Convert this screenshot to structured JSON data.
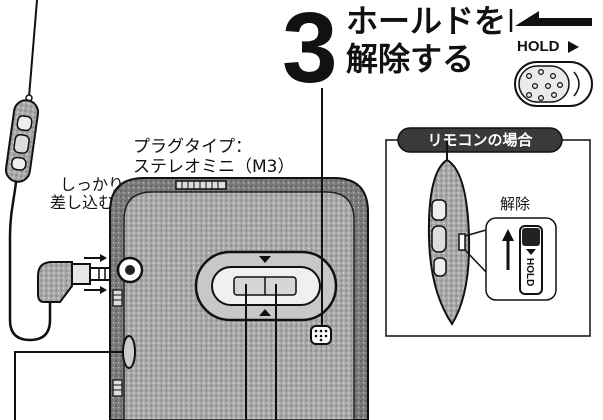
{
  "step": {
    "number": "3",
    "title_line1": "ホールドを",
    "title_line2": "解除する"
  },
  "hold_switch": {
    "label": "HOLD",
    "direction_icon": "arrow-left-icon",
    "indicator_icon": "triangle-right-icon"
  },
  "plug": {
    "type_label": "プラグタイプ：",
    "type_value": "ステレオミニ（M3）",
    "instruction_line1": "しっかり",
    "instruction_line2": "差し込む",
    "insert_icon": "insert-arrow-icon"
  },
  "remote_case": {
    "title": "リモコンの場合",
    "release_label": "解除",
    "hold_label": "HOLD",
    "release_icon": "arrow-up-icon"
  },
  "colors": {
    "ink": "#111111",
    "badge_background": "#3a3a3a",
    "badge_text": "#ffffff",
    "device_body": "#7d7d7d",
    "device_face": "#aaaaaa"
  }
}
